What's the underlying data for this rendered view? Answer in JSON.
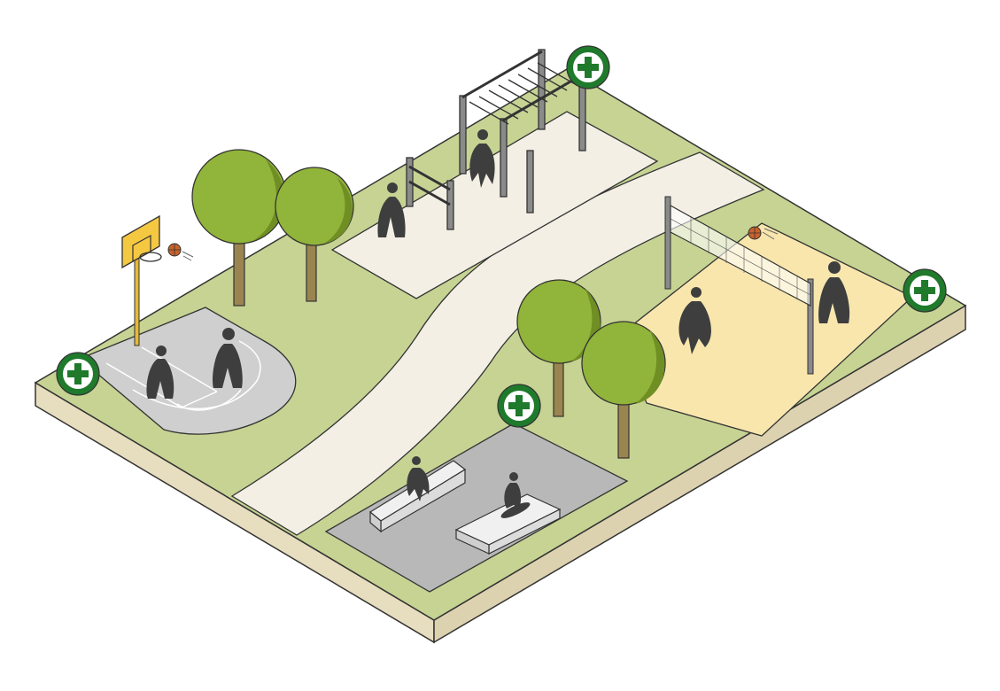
{
  "colors": {
    "grass": "#c6d393",
    "grass_edge": "#a9bb6e",
    "base_top": "#ebe1c6",
    "base_side": "#e6dcbd",
    "path": "#f3efe5",
    "court": "#cfcfcf",
    "skate": "#b8b8b8",
    "sand": "#f8e6ad",
    "tree": "#91b43a",
    "tree_dark": "#6f8f24",
    "trunk": "#9a8450",
    "figure": "#3e3e3e",
    "outline": "#333333",
    "hotspot": "#1f7a2c",
    "ball": "#c8622a",
    "hoop_board": "#f5c842"
  },
  "hotspots": [
    {
      "id": "calisthenics-info"
    },
    {
      "id": "volleyball-info"
    },
    {
      "id": "basketball-info"
    },
    {
      "id": "skatepark-info"
    }
  ],
  "areas": [
    {
      "id": "basketball-court",
      "icon": "basketball-hoop-icon"
    },
    {
      "id": "calisthenics-area",
      "icon": "pull-up-bars-icon"
    },
    {
      "id": "beach-volleyball-court",
      "icon": "volleyball-net-icon"
    },
    {
      "id": "skate-area",
      "icon": "skateboard-icon"
    }
  ]
}
